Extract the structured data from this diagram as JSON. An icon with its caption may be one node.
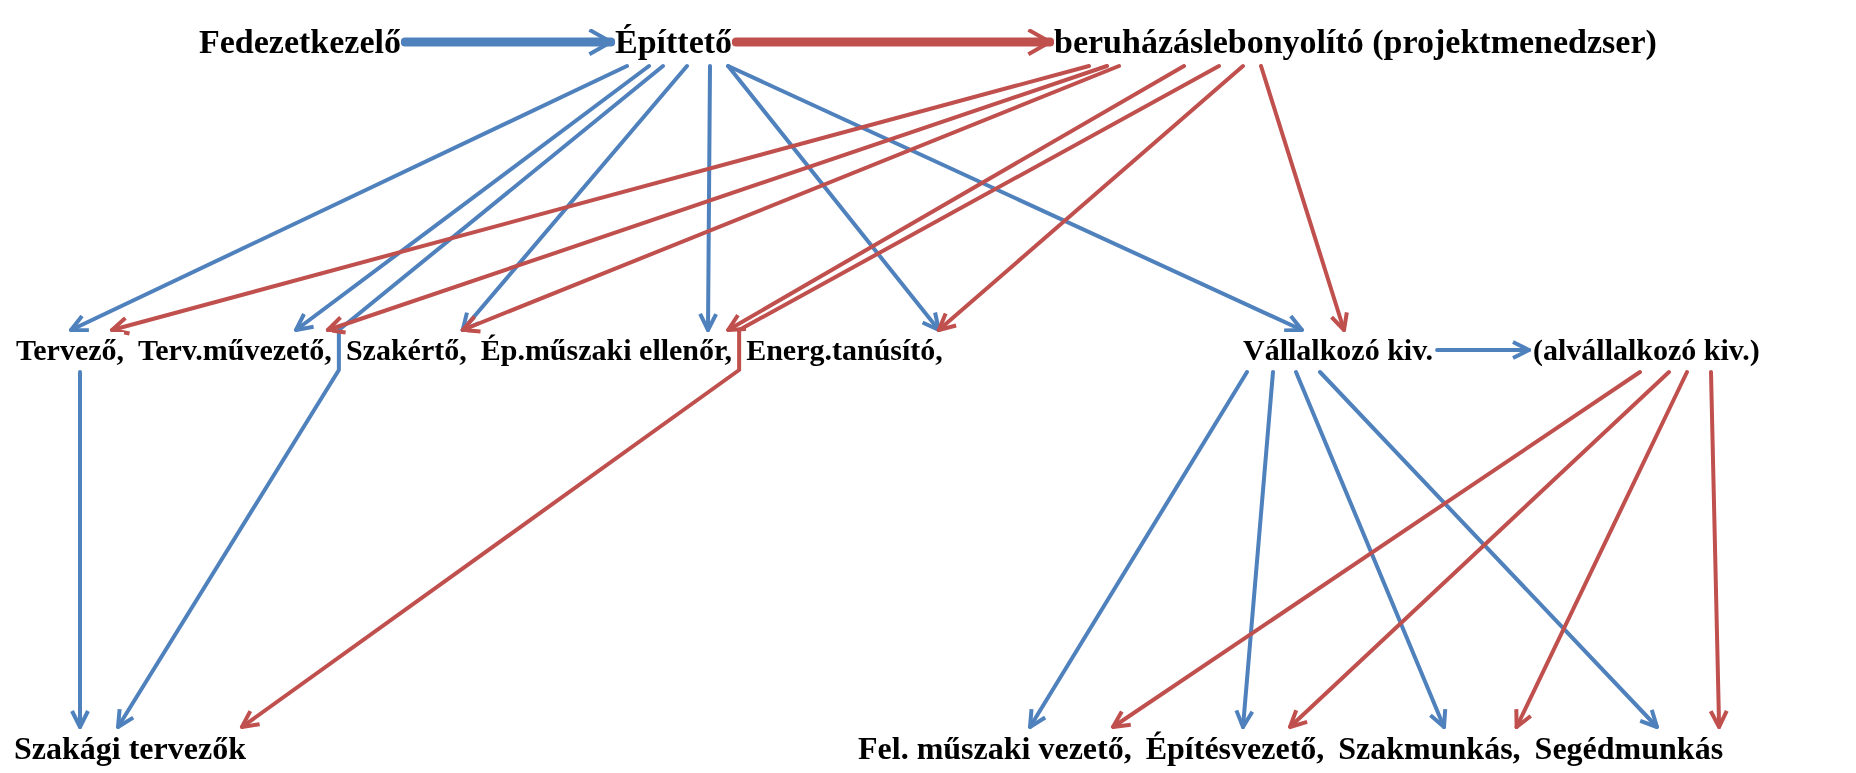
{
  "diagram": {
    "nodes": [
      {
        "text": [
          "Fedezetkezelő"
        ]
      },
      {
        "text": [
          "Építtető"
        ]
      },
      {
        "text": [
          "beruházáslebonyolító (projektmenedzser)"
        ]
      },
      {
        "text": [
          "Tervező,"
        ]
      },
      {
        "text": [
          "Terv.művezető,"
        ]
      },
      {
        "text": [
          "Szakértő,"
        ]
      },
      {
        "text": [
          "Ép.műszaki ellenőr,"
        ]
      },
      {
        "text": [
          "Energ.tanúsító,"
        ]
      },
      {
        "text": [
          "Vállalkozó kiv."
        ]
      },
      {
        "text": [
          "(alvállalkozó kiv.)"
        ]
      },
      {
        "text": [
          "Szakági tervezők"
        ]
      },
      {
        "text": [
          "Fel. műszaki vezető,"
        ]
      },
      {
        "text": [
          "Építésvezető,"
        ]
      },
      {
        "text": [
          "Szakmunkás,"
        ]
      },
      {
        "text": [
          "Segédmunkás"
        ]
      }
    ],
    "edges": [
      {
        "from": 0,
        "to": 1,
        "arrow": "to",
        "style": "thick"
      },
      {
        "from": 1,
        "to": 2,
        "arrow": "to",
        "style": "thick",
        "color": "#c0504d"
      },
      {
        "from": 1,
        "to": 3,
        "arrow": "to"
      },
      {
        "from": 1,
        "to": 4,
        "arrow": "to"
      },
      {
        "from": 1,
        "to": 5,
        "arrow": "to"
      },
      {
        "from": 1,
        "to": 6,
        "arrow": "to"
      },
      {
        "from": 1,
        "to": 7,
        "arrow": "to"
      },
      {
        "from": 1,
        "to": 8,
        "arrow": "to"
      },
      {
        "from": 1,
        "to": 10,
        "arrow": "to"
      },
      {
        "from": 2,
        "to": 3,
        "arrow": "to",
        "color": "#c0504d"
      },
      {
        "from": 2,
        "to": 4,
        "arrow": "to",
        "color": "#c0504d"
      },
      {
        "from": 2,
        "to": 5,
        "arrow": "to",
        "color": "#c0504d"
      },
      {
        "from": 2,
        "to": 6,
        "arrow": "to",
        "color": "#c0504d"
      },
      {
        "from": 2,
        "to": 7,
        "arrow": "to",
        "color": "#c0504d"
      },
      {
        "from": 2,
        "to": 8,
        "arrow": "to",
        "color": "#c0504d"
      },
      {
        "from": 2,
        "to": 10,
        "arrow": "to",
        "color": "#c0504d"
      },
      {
        "from": 3,
        "to": 10,
        "arrow": "to"
      },
      {
        "from": 8,
        "to": 9,
        "arrow": "to"
      },
      {
        "from": 8,
        "to": 11,
        "arrow": "to"
      },
      {
        "from": 8,
        "to": 12,
        "arrow": "to"
      },
      {
        "from": 8,
        "to": 13,
        "arrow": "to"
      },
      {
        "from": 8,
        "to": 14,
        "arrow": "to"
      },
      {
        "from": 9,
        "to": 11,
        "arrow": "to",
        "color": "#c0504d"
      },
      {
        "from": 9,
        "to": 12,
        "arrow": "to",
        "color": "#c0504d"
      },
      {
        "from": 9,
        "to": 13,
        "arrow": "to",
        "color": "#c0504d"
      },
      {
        "from": 9,
        "to": 14,
        "arrow": "to",
        "color": "#c0504d"
      }
    ]
  }
}
